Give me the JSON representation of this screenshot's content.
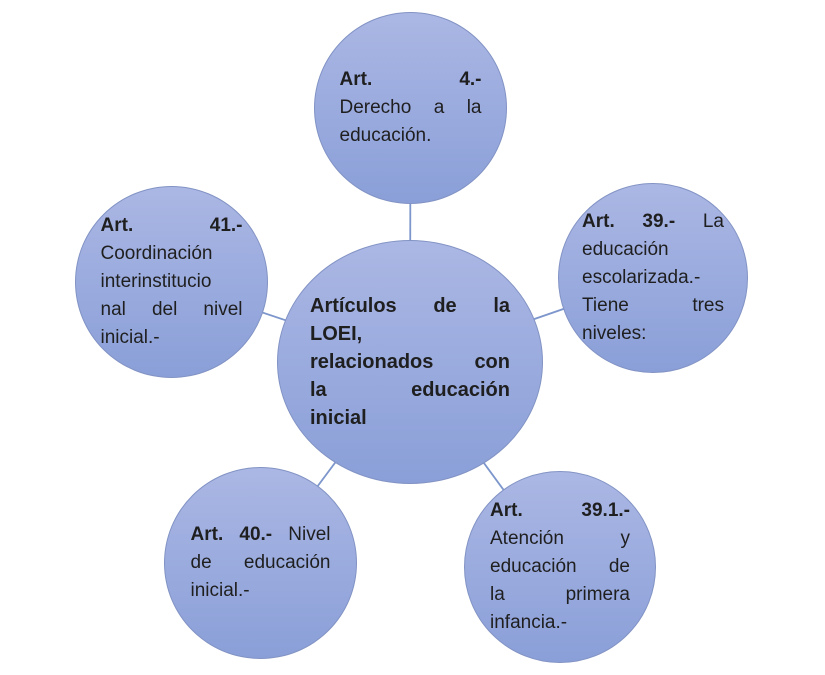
{
  "diagram": {
    "title": "Artículos de la LOEI, relacionados con la educación inicial",
    "background_color": "#ffffff",
    "circle_fill_top": "#abb7e4",
    "circle_fill_bottom": "#8a9fd8",
    "circle_stroke": "#8293c4",
    "connector_color": "#7d96cc",
    "text_color": "#1f1f1f"
  },
  "nodes": [
    {
      "id": "center",
      "role": "center",
      "label": "Artículos de la LOEI, relacionados con la educación inicial",
      "lines": [
        {
          "justify": true,
          "words": [
            {
              "t": "Artículos",
              "b": true
            },
            {
              "t": "de",
              "b": true
            },
            {
              "t": "la",
              "b": true
            }
          ]
        },
        {
          "justify": false,
          "words": [
            {
              "t": "LOEI,",
              "b": true
            }
          ]
        },
        {
          "justify": true,
          "words": [
            {
              "t": "relacionados",
              "b": true
            },
            {
              "t": "con",
              "b": true
            }
          ]
        },
        {
          "justify": true,
          "words": [
            {
              "t": "la",
              "b": true
            },
            {
              "t": "educación",
              "b": true
            }
          ]
        },
        {
          "justify": false,
          "words": [
            {
              "t": "inicial",
              "b": true
            }
          ]
        }
      ]
    },
    {
      "id": "art-4",
      "role": "satellite-top",
      "label": "Art. 4.- Derecho a la educación.",
      "lines": [
        {
          "justify": true,
          "words": [
            {
              "t": "Art.",
              "b": true
            },
            {
              "t": "4.-",
              "b": true
            }
          ]
        },
        {
          "justify": true,
          "words": [
            {
              "t": "Derecho",
              "b": false
            },
            {
              "t": "a",
              "b": false
            },
            {
              "t": "la",
              "b": false
            }
          ]
        },
        {
          "justify": false,
          "words": [
            {
              "t": "educación.",
              "b": false
            }
          ]
        }
      ]
    },
    {
      "id": "art-39",
      "role": "satellite-upper-right",
      "label": "Art. 39.- La educación escolarizada.- Tiene tres niveles:",
      "lines": [
        {
          "justify": true,
          "words": [
            {
              "t": "Art.",
              "b": true
            },
            {
              "t": "39.-",
              "b": true
            },
            {
              "t": "La",
              "b": false
            }
          ]
        },
        {
          "justify": false,
          "words": [
            {
              "t": "educación",
              "b": false
            }
          ]
        },
        {
          "justify": false,
          "words": [
            {
              "t": "escolarizada.-",
              "b": false
            }
          ]
        },
        {
          "justify": true,
          "words": [
            {
              "t": "Tiene",
              "b": false
            },
            {
              "t": "tres",
              "b": false
            }
          ]
        },
        {
          "justify": false,
          "words": [
            {
              "t": "niveles:",
              "b": false
            }
          ]
        }
      ]
    },
    {
      "id": "art-39-1",
      "role": "satellite-lower-right",
      "label": "Art. 39.1.- Atención y educación de la primera infancia.-",
      "lines": [
        {
          "justify": true,
          "words": [
            {
              "t": "Art.",
              "b": true
            },
            {
              "t": "39.1.-",
              "b": true
            }
          ]
        },
        {
          "justify": true,
          "words": [
            {
              "t": "Atención",
              "b": false
            },
            {
              "t": "y",
              "b": false
            }
          ]
        },
        {
          "justify": true,
          "words": [
            {
              "t": "educación",
              "b": false
            },
            {
              "t": "de",
              "b": false
            }
          ]
        },
        {
          "justify": true,
          "words": [
            {
              "t": "la",
              "b": false
            },
            {
              "t": "primera",
              "b": false
            }
          ]
        },
        {
          "justify": false,
          "words": [
            {
              "t": "infancia.-",
              "b": false
            }
          ]
        }
      ]
    },
    {
      "id": "art-40",
      "role": "satellite-lower-left",
      "label": "Art. 40.- Nivel de educación inicial.-",
      "lines": [
        {
          "justify": true,
          "words": [
            {
              "t": "Art.",
              "b": true
            },
            {
              "t": "40.-",
              "b": true
            },
            {
              "t": "Nivel",
              "b": false
            }
          ]
        },
        {
          "justify": true,
          "words": [
            {
              "t": "de",
              "b": false
            },
            {
              "t": "educación",
              "b": false
            }
          ]
        },
        {
          "justify": false,
          "words": [
            {
              "t": "inicial.-",
              "b": false
            }
          ]
        }
      ]
    },
    {
      "id": "art-41",
      "role": "satellite-upper-left",
      "label": "Art. 41.- Coordinación interinstitucional del nivel inicial.-",
      "lines": [
        {
          "justify": true,
          "words": [
            {
              "t": "Art.",
              "b": true
            },
            {
              "t": "41.-",
              "b": true
            }
          ]
        },
        {
          "justify": false,
          "words": [
            {
              "t": "Coordinación",
              "b": false
            }
          ]
        },
        {
          "justify": false,
          "words": [
            {
              "t": "interinstitucio",
              "b": false
            }
          ]
        },
        {
          "justify": true,
          "words": [
            {
              "t": "nal",
              "b": false
            },
            {
              "t": "del",
              "b": false
            },
            {
              "t": "nivel",
              "b": false
            }
          ]
        },
        {
          "justify": false,
          "words": [
            {
              "t": "inicial.-",
              "b": false
            }
          ]
        }
      ]
    }
  ]
}
